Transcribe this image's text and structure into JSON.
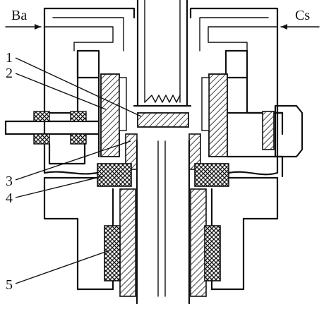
{
  "figure": {
    "inlets": {
      "left": {
        "label": "Ba"
      },
      "right": {
        "label": "Cs"
      }
    },
    "callouts": [
      {
        "label": "1"
      },
      {
        "label": "2"
      },
      {
        "label": "3"
      },
      {
        "label": "4"
      },
      {
        "label": "5"
      }
    ]
  },
  "colors": {
    "ink": "#111111",
    "background": "#ffffff"
  },
  "icons": {
    "inlet_arrow": "arrow-right-icon",
    "inlet_arrow_right": "arrow-left-icon"
  }
}
